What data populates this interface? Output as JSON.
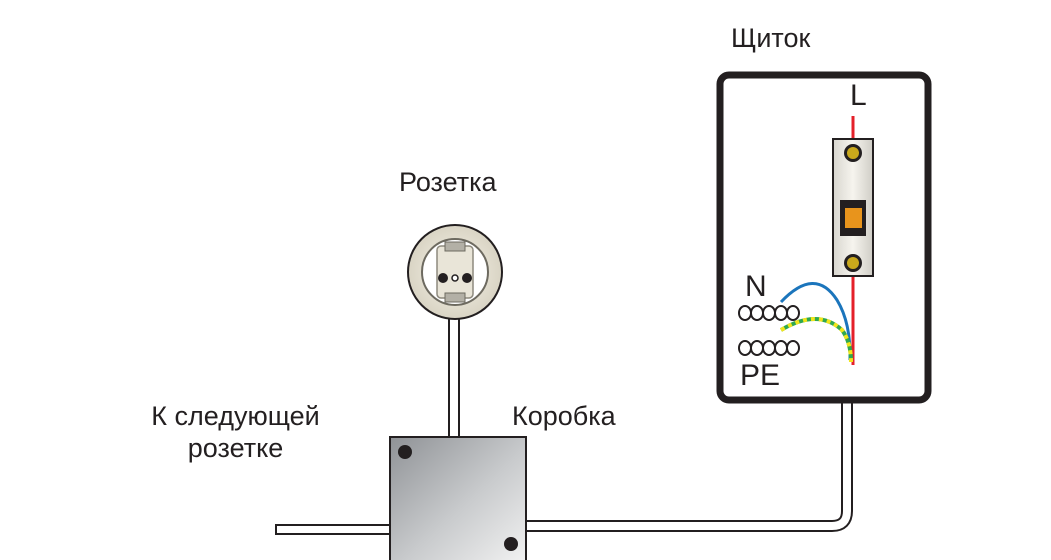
{
  "labels": {
    "panel": "Щиток",
    "socket": "Розетка",
    "box": "Коробка",
    "next_socket_line1": "К следующей",
    "next_socket_line2": "розетке",
    "phase": "L",
    "neutral": "N",
    "ground": "PE"
  },
  "colors": {
    "phase_wire": "#e4202a",
    "neutral_wire": "#1b75bc",
    "ground_wire_yellow": "#f2e51b",
    "ground_wire_green": "#2fa84f",
    "outline": "#231f20"
  }
}
